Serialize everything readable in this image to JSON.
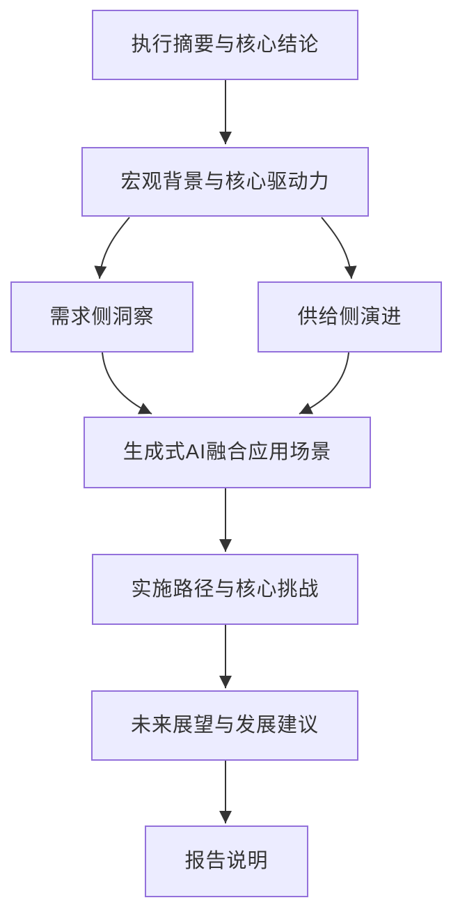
{
  "diagram": {
    "type": "flowchart",
    "direction": "top-down",
    "colors": {
      "background": "#ffffff",
      "node_fill": "#ECECFF",
      "node_border": "#9370DB",
      "node_text": "#333333",
      "edge": "#333333"
    },
    "nodes": [
      {
        "id": "executive-summary",
        "label": "执行摘要与核心结论"
      },
      {
        "id": "macro-background",
        "label": "宏观背景与核心驱动力"
      },
      {
        "id": "demand-side",
        "label": "需求侧洞察"
      },
      {
        "id": "supply-side",
        "label": "供给侧演进"
      },
      {
        "id": "genai-scenarios",
        "label": "生成式AI融合应用场景"
      },
      {
        "id": "implementation",
        "label": "实施路径与核心挑战"
      },
      {
        "id": "future-outlook",
        "label": "未来展望与发展建议"
      },
      {
        "id": "report-notes",
        "label": "报告说明"
      }
    ],
    "edges": [
      {
        "from": "executive-summary",
        "to": "macro-background"
      },
      {
        "from": "macro-background",
        "to": "demand-side"
      },
      {
        "from": "macro-background",
        "to": "supply-side"
      },
      {
        "from": "demand-side",
        "to": "genai-scenarios"
      },
      {
        "from": "supply-side",
        "to": "genai-scenarios"
      },
      {
        "from": "genai-scenarios",
        "to": "implementation"
      },
      {
        "from": "implementation",
        "to": "future-outlook"
      },
      {
        "from": "future-outlook",
        "to": "report-notes"
      }
    ]
  }
}
